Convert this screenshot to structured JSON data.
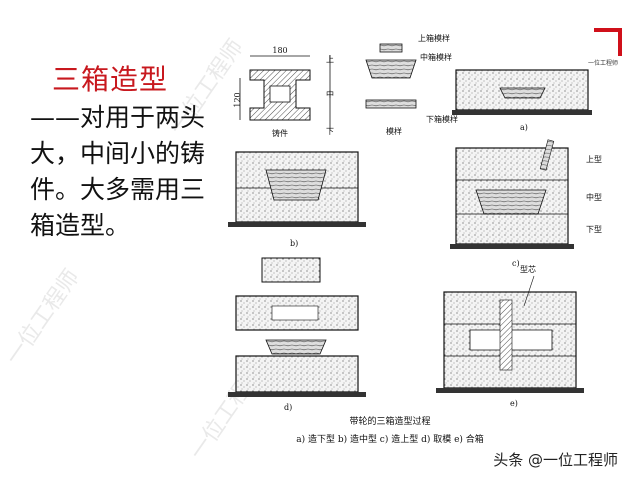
{
  "slide": {
    "title": "三箱造型",
    "body": "——对用于两头大，中间小的铸件。大多需用三箱造型。",
    "corner_text": "一位工程师",
    "watermark": "一位工程师",
    "credit": "头条 @一位工程师"
  },
  "figure": {
    "caption": "带轮的三箱造型过程",
    "sub_caption": "a) 造下型   b) 造中型   c) 造上型   d) 取模   e) 合箱",
    "dim_width": "180",
    "dim_height": "120",
    "casting_label": "铸件",
    "side_labels": [
      "上",
      "中",
      "下"
    ],
    "pattern_labels": [
      "上箱模样",
      "中箱模样",
      "下箱模样"
    ],
    "pattern_caption": "模样",
    "mold_labels": [
      "上型",
      "中型",
      "下型"
    ],
    "core_label": "型芯",
    "panel_labels": [
      "a)",
      "b)",
      "c)",
      "d)",
      "e)"
    ]
  }
}
